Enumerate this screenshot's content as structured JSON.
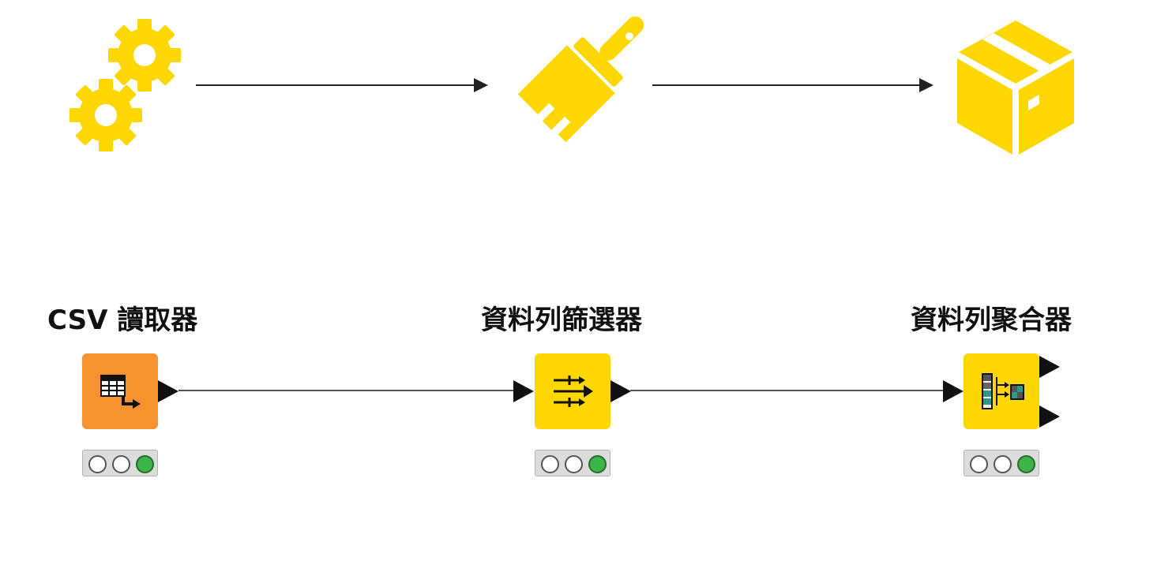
{
  "colors": {
    "icon_yellow": "#FFD700",
    "reader_orange": "#F7932E",
    "node_yellow": "#FFD600",
    "status_green": "#3BB54A"
  },
  "concept_row": {
    "icons": [
      "gears-icon",
      "paintbrush-icon",
      "package-box-icon"
    ]
  },
  "workflow": {
    "nodes": [
      {
        "label": "CSV 讀取器",
        "icon": "table-read-icon",
        "status": [
          "idle",
          "idle",
          "executed"
        ],
        "out_ports": 1
      },
      {
        "label": "資料列篩選器",
        "icon": "filter-arrows-icon",
        "status": [
          "idle",
          "idle",
          "executed"
        ],
        "out_ports": 1
      },
      {
        "label": "資料列聚合器",
        "icon": "aggregator-icon",
        "status": [
          "idle",
          "idle",
          "executed"
        ],
        "out_ports": 2
      }
    ]
  }
}
